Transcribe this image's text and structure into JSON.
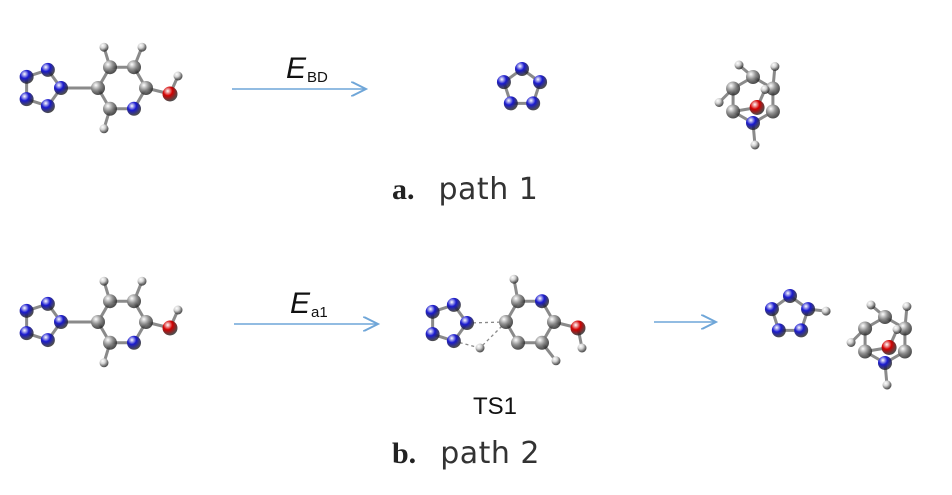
{
  "path1": {
    "energy_symbol": "E",
    "energy_subscript": "BD",
    "caption_letter": "a.",
    "caption_text": "path 1"
  },
  "path2": {
    "energy_symbol": "E",
    "energy_subscript": "a1",
    "ts_label": "TS1",
    "caption_letter": "b.",
    "caption_text": "path 2"
  },
  "colors": {
    "nitrogen": "#1a1ad0",
    "carbon": "#9a9a9a",
    "oxygen": "#d40000",
    "hydrogen": "#d0d0d0",
    "arrow": "#6fa6d8",
    "bond": "#8a8a8a"
  }
}
